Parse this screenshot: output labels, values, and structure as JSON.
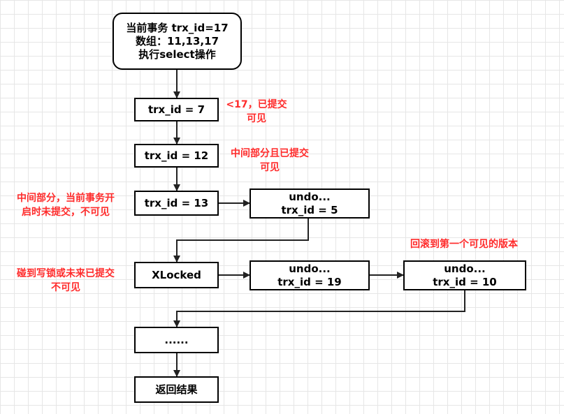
{
  "colors": {
    "box_border": "#000000",
    "arrow": "#222222",
    "annotation": "#ff2b2b",
    "grid": "#e6e6e6"
  },
  "start": {
    "line1": "当前事务 trx_id=17",
    "line2": "数组：11,13,17",
    "line3": "执行select操作"
  },
  "chain": {
    "trx7": "trx_id = 7",
    "trx12": "trx_id = 12",
    "trx13": "trx_id = 13",
    "xlocked": "XLocked",
    "ellipsis": "......",
    "result": "返回结果"
  },
  "undo": {
    "undo5": {
      "line1": "undo...",
      "line2": "trx_id = 5"
    },
    "undo19": {
      "line1": "undo...",
      "line2": "trx_id = 19"
    },
    "undo10": {
      "line1": "undo...",
      "line2": "trx_id = 10"
    }
  },
  "notes": {
    "n7": {
      "line1": "<17，已提交",
      "line2": "可见"
    },
    "n12": {
      "line1": "中间部分且已提交",
      "line2": "可见"
    },
    "n13": {
      "line1": "中间部分，当前事务开",
      "line2": "启时未提交，不可见"
    },
    "nx": {
      "line1": "碰到写锁或未来已提交",
      "line2": "不可见"
    },
    "nrollback": {
      "line1": "回滚到第一个可见的版本"
    }
  }
}
